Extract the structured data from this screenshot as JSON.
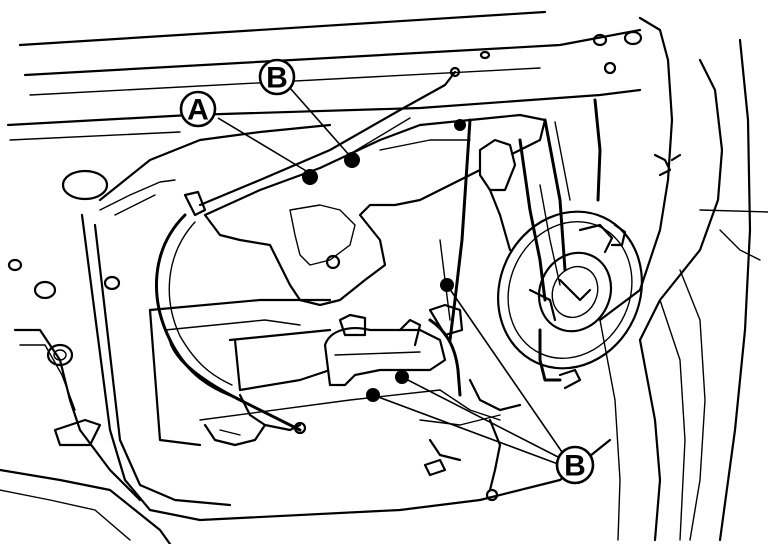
{
  "callouts": {
    "a": "A",
    "b_top": "B",
    "b_bottom": "B"
  }
}
